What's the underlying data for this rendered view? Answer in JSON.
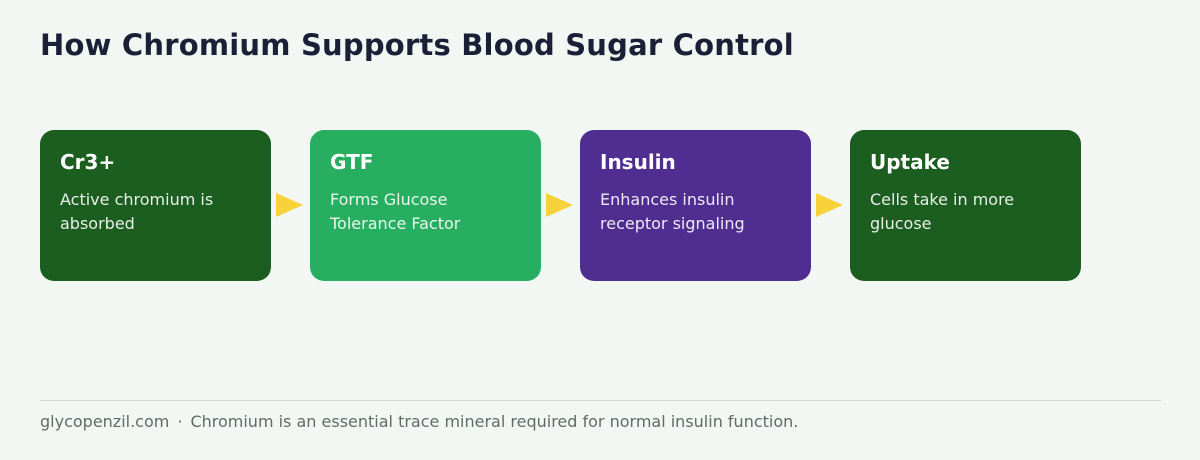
{
  "title": "How Chromium Supports Blood Sugar Control",
  "steps": [
    {
      "title": "Cr3+",
      "desc": "Active chromium is absorbed",
      "color": "#1c5e20"
    },
    {
      "title": "GTF",
      "desc": "Forms Glucose Tolerance Factor",
      "color": "#27ae60"
    },
    {
      "title": "Insulin",
      "desc": "Enhances insulin receptor signaling",
      "color": "#4f2d91"
    },
    {
      "title": "Uptake",
      "desc": "Cells take in more glucose",
      "color": "#1c5e20"
    }
  ],
  "arrow_color": "#f8d23a",
  "footer": {
    "site": "glycopenzil.com",
    "separator": "·",
    "note": "Chromium is an essential trace mineral required for normal insulin function."
  }
}
